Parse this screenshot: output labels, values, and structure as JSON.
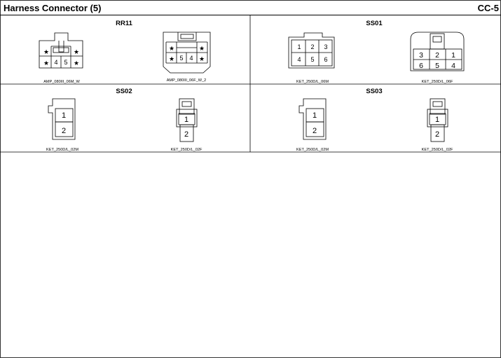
{
  "header": {
    "title": "Harness Connector (5)",
    "code": "CC-5"
  },
  "sections": [
    {
      "id": "RR11",
      "title": "RR11",
      "connectors": [
        {
          "label": "AMP_080III_06M_W",
          "pins": [
            "4",
            "5"
          ],
          "star": "★"
        },
        {
          "label": "AMP_080III_06F_W_2",
          "pins": [
            "5",
            "4"
          ],
          "star": "★"
        }
      ]
    },
    {
      "id": "SS01",
      "title": "SS01",
      "connectors": [
        {
          "label": "KET_250D/L_06M",
          "pins": [
            "1",
            "2",
            "3",
            "4",
            "5",
            "6"
          ]
        },
        {
          "label": "KET_250D/L_06F",
          "pins": [
            "3",
            "2",
            "1",
            "6",
            "5",
            "4"
          ]
        }
      ]
    },
    {
      "id": "SS02",
      "title": "SS02",
      "connectors": [
        {
          "label": "KET_250D/L_02M",
          "pins": [
            "1",
            "2"
          ]
        },
        {
          "label": "KET_250D/L_02F",
          "pins": [
            "1",
            "2"
          ]
        }
      ]
    },
    {
      "id": "SS03",
      "title": "SS03",
      "connectors": [
        {
          "label": "KET_250D/L_02M",
          "pins": [
            "1",
            "2"
          ]
        },
        {
          "label": "KET_250D/L_02F",
          "pins": [
            "1",
            "2"
          ]
        }
      ]
    }
  ]
}
